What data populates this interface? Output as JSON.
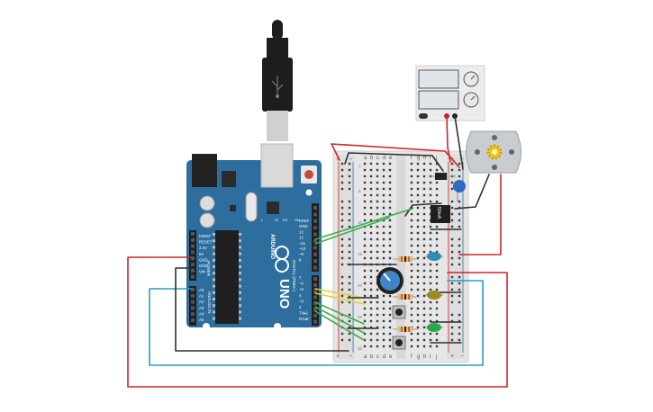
{
  "colors": {
    "wire_red": "#d0252a",
    "wire_blue": "#2d9bc4",
    "wire_black": "#2f2f2f",
    "wire_green": "#3aae4a",
    "wire_yellow": "#e5d22c",
    "arduino_board": "#2d6e9e",
    "breadboard": "#e6e6e6",
    "supply_body": "#eeeeee",
    "motor_body": "#c9ccd1"
  },
  "arduino": {
    "brand": "ARDUINO",
    "model": "UNO",
    "pins_top": [
      "AREF",
      "GND",
      "13",
      "12",
      "~11",
      "~10",
      "~9",
      "8"
    ],
    "pins_bottom": [
      "7",
      "~6",
      "~5",
      "4",
      "~3",
      "2",
      "TX▸1",
      "RX◂0"
    ],
    "power_pins": [
      "IOREF",
      "RESET",
      "3.3V",
      "5V",
      "GND",
      "GND",
      "VIN"
    ],
    "analog_pins": [
      "A0",
      "A1",
      "A2",
      "A3",
      "A4",
      "A5"
    ],
    "section_labels": [
      "POWER",
      "ANALOG IN",
      "DIGITAL (PWM~)"
    ],
    "led_labels": [
      "L",
      "TX",
      "RX",
      "ON"
    ],
    "usb_icon": "usb-symbol-icon"
  },
  "breadboard": {
    "columns_left": [
      "a",
      "b",
      "c",
      "d",
      "e"
    ],
    "columns_right": [
      "f",
      "g",
      "h",
      "i",
      "j"
    ],
    "rail_plus": "+",
    "rail_minus": "−",
    "row_numbers": [
      "1",
      "5",
      "10",
      "15",
      "20",
      "25",
      "30"
    ]
  },
  "components": {
    "transistor_label": "50mA",
    "potentiometer_icon": "knob-icon",
    "motor_icon": "gear-icon"
  }
}
